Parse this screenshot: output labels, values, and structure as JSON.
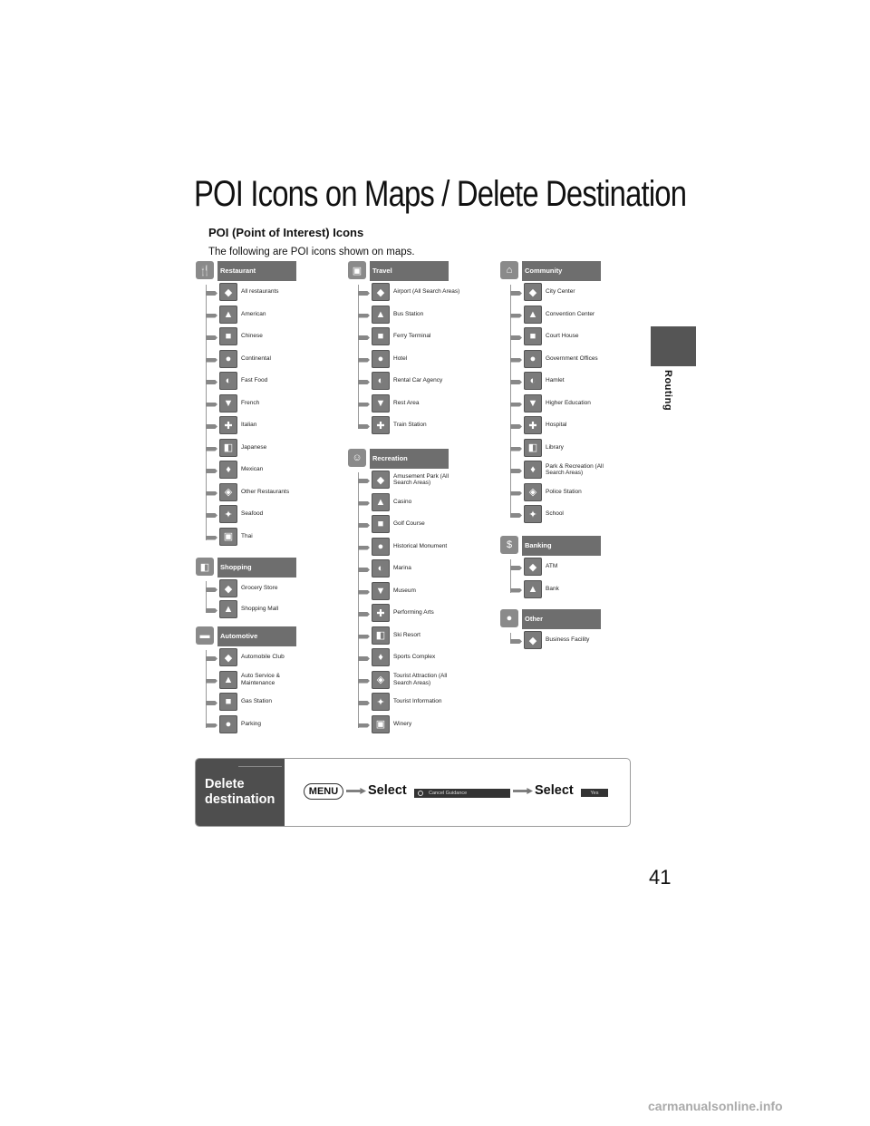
{
  "page": {
    "title": "POI Icons on Maps / Delete Destination",
    "subtitle": "POI (Point of Interest) Icons",
    "intro": "The following are POI icons shown on maps.",
    "side_label": "Routing",
    "page_number": "41",
    "watermark": "carmanualsonline.info"
  },
  "categories": {
    "restaurant": {
      "label": "Restaurant",
      "icon": "fork-knife-icon",
      "items": [
        "All restaurants",
        "American",
        "Chinese",
        "Continental",
        "Fast Food",
        "French",
        "Italian",
        "Japanese",
        "Mexican",
        "Other Restaurants",
        "Seafood",
        "Thai"
      ]
    },
    "shopping": {
      "label": "Shopping",
      "icon": "shopping-bag-icon",
      "items": [
        "Grocery Store",
        "Shopping Mall"
      ]
    },
    "automotive": {
      "label": "Automotive",
      "icon": "car-icon",
      "items": [
        "Automobile Club",
        "Auto Service & Maintenance",
        "Gas Station",
        "Parking"
      ]
    },
    "travel": {
      "label": "Travel",
      "icon": "suitcase-icon",
      "items": [
        "Airport (All Search Areas)",
        "Bus Station",
        "Ferry Terminal",
        "Hotel",
        "Rental Car Agency",
        "Rest Area",
        "Train Station"
      ]
    },
    "recreation": {
      "label": "Recreation",
      "icon": "smiley-icon",
      "items": [
        "Amusement Park (All Search Areas)",
        "Casino",
        "Golf Course",
        "Historical Monument",
        "Marina",
        "Museum",
        "Performing Arts",
        "Ski Resort",
        "Sports Complex",
        "Tourist Attraction (All Search Areas)",
        "Tourist Information",
        "Winery"
      ]
    },
    "community": {
      "label": "Community",
      "icon": "community-icon",
      "items": [
        "City Center",
        "Convention Center",
        "Court House",
        "Government Offices",
        "Hamlet",
        "Higher Education",
        "Hospital",
        "Library",
        "Park & Recreation (All Search Areas)",
        "Police Station",
        "School"
      ]
    },
    "banking": {
      "label": "Banking",
      "icon": "dollar-icon",
      "items": [
        "ATM",
        "Bank"
      ]
    },
    "other": {
      "label": "Other",
      "icon": "other-icon",
      "items": [
        "Business Facility"
      ]
    }
  },
  "delete_box": {
    "title": "Delete destination",
    "menu_label": "MENU",
    "select_1": "Select",
    "cancel_guidance": "Cancel Guidance",
    "select_2": "Select",
    "yes_label": "Yes"
  }
}
